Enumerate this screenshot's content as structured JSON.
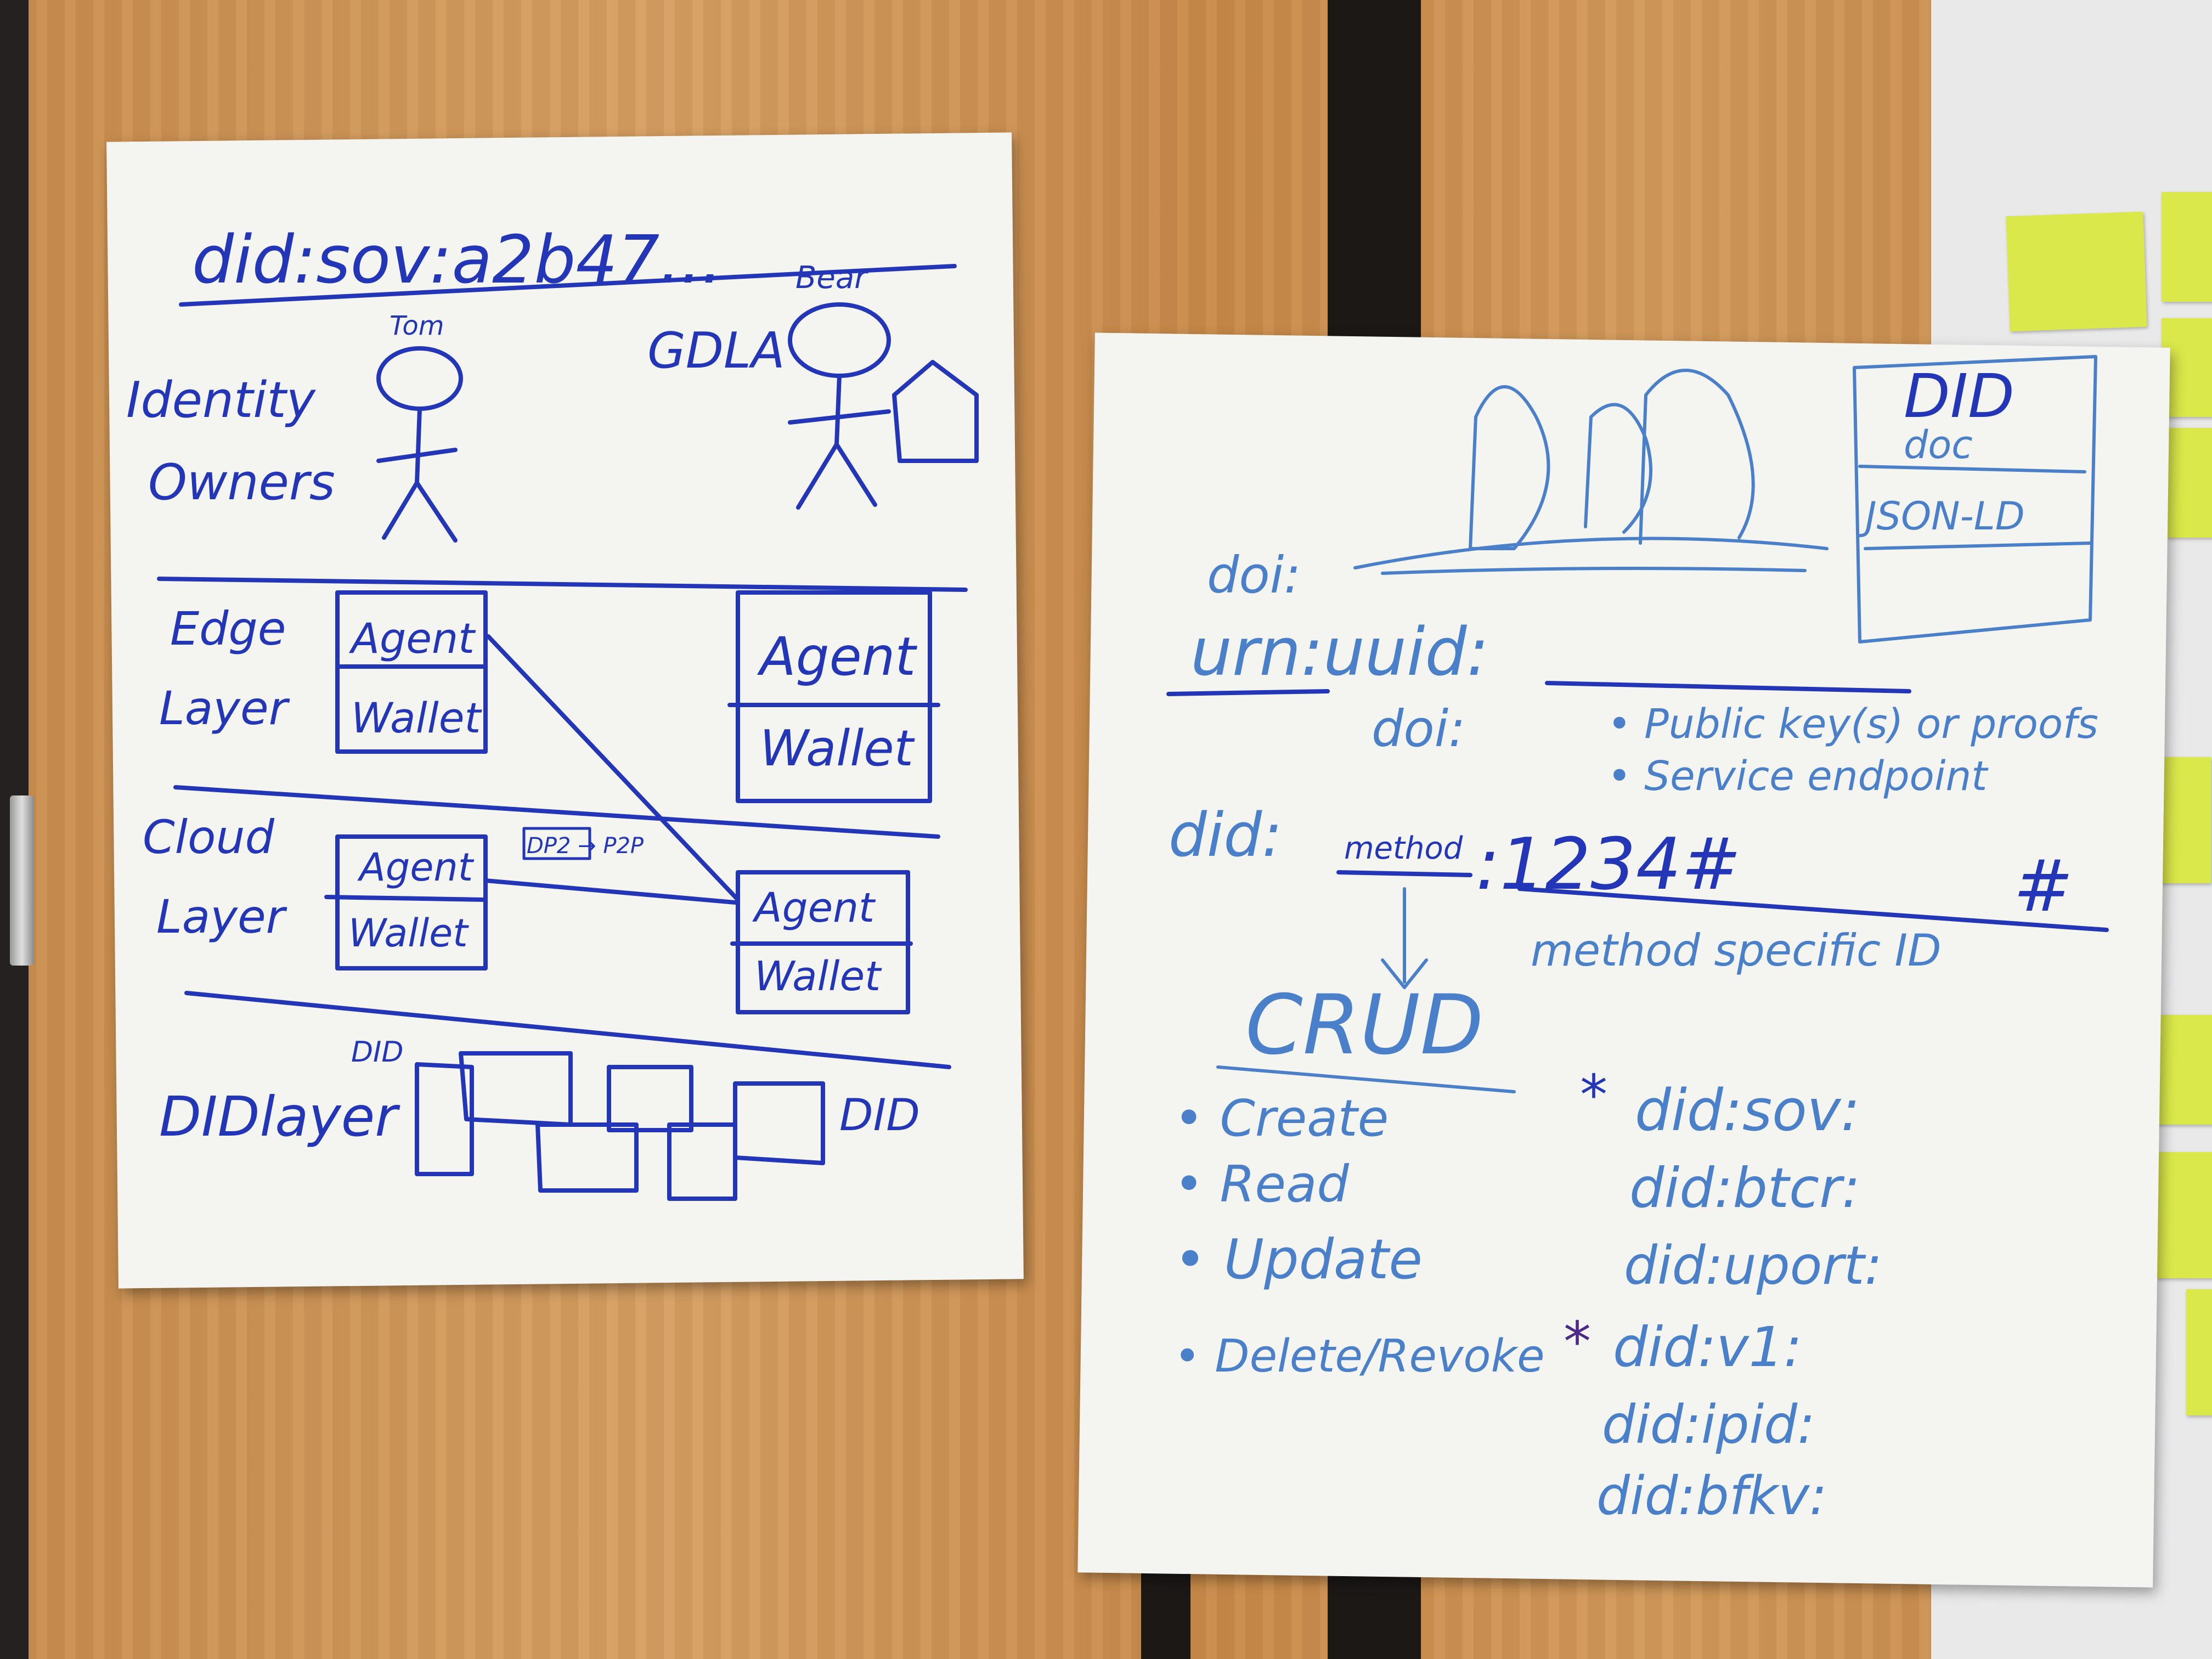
{
  "left_sheet": {
    "did_example": "did:sov:a2b47...",
    "person_left_name": "Tom",
    "person_right_name": "Bear",
    "org_label": "GDLA",
    "identity_owners": "Identity Owners",
    "edge_layer": "Edge Layer",
    "cloud_layer": "Cloud Layer",
    "did_layer": "DIDlayer",
    "agent": "Agent",
    "wallet": "Wallet",
    "p2p_label": "DP2 → P2P",
    "did_left": "DID",
    "did_right": "DID"
  },
  "right_sheet": {
    "did_doc_title": "DID",
    "did_doc_sub": "doc",
    "json_ld": "JSON-LD",
    "doi_top": "doi:",
    "urn_uuid": "urn:uuid:",
    "doi_mid": "doi:",
    "bullet_public_key": "• Public key(s) or proofs",
    "bullet_service": "• Service endpoint",
    "did_method_prefix": "did:",
    "did_method_word": "method",
    "did_method_suffix": ":1234#",
    "hash_right": "#",
    "method_specific_id": "method specific ID",
    "crud": "CRUD",
    "crud_items": [
      "• Create",
      "• Read",
      "• Update",
      "• Delete/Revoke"
    ],
    "methods": [
      "did:sov:",
      "did:btcr:",
      "did:uport:",
      "did:v1:",
      "did:ipid:",
      "did:bfkv:"
    ],
    "star": "*"
  },
  "colors": {
    "ink_dark_blue": "#2336b8",
    "ink_light_blue": "#4a7fc9",
    "ink_purple": "#4b2a8a",
    "paper": "#f4f4f1",
    "sticky": "#dbe84a"
  }
}
